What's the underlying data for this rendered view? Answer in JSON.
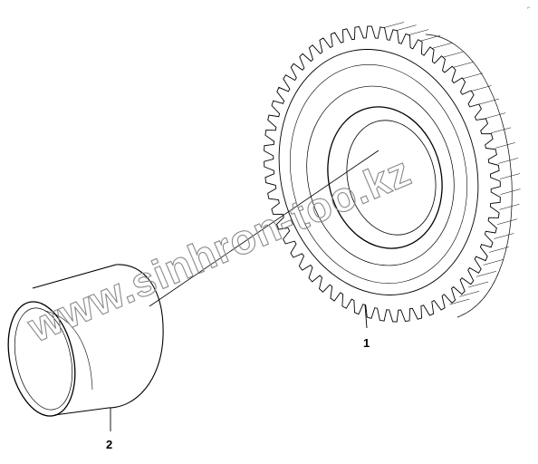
{
  "diagram": {
    "parts": [
      {
        "id": "part-1",
        "label": "1",
        "name": "gear"
      },
      {
        "id": "part-2",
        "label": "2",
        "name": "bushing"
      }
    ],
    "watermark": "www.sinhron-too.kz",
    "corner_mark": "⌐"
  },
  "colors": {
    "line": "#000000",
    "watermark": "#8a8a8a"
  }
}
